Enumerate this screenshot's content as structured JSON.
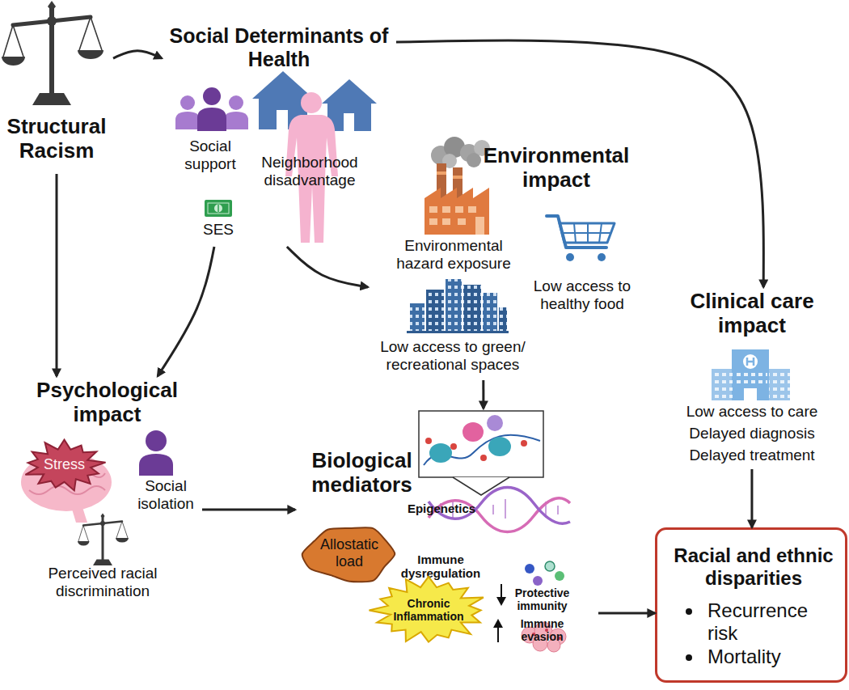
{
  "diagram": {
    "nodes": [
      {
        "text": [
          "Structural Racism"
        ]
      },
      {
        "text": [
          "Social Determinants of Health",
          "Social support",
          "Neighborhood disadvantage",
          "SES"
        ]
      },
      {
        "text": [
          "Environmental impact",
          "Environmental hazard exposure",
          "Low access to healthy food",
          "Low access to green/ recreational spaces"
        ]
      },
      {
        "text": [
          "Clinical care impact",
          "Low access to care",
          "Delayed diagnosis",
          "Delayed treatment"
        ]
      },
      {
        "text": [
          "Psychological impact",
          "Social isolation",
          "Perceived racial discrimination"
        ]
      },
      {
        "text": [
          "Stress"
        ],
        "in": 4
      },
      {
        "text": [
          "Biological mediators",
          "Epigenetics",
          "Immune dysregulation",
          "Protective immunity",
          "Immune evasion"
        ]
      },
      {
        "text": [
          "Allostatic load"
        ],
        "in": 6
      },
      {
        "text": [
          "Chronic Inflammation"
        ],
        "in": 6
      },
      {
        "text": [
          "Racial and ethnic disparities",
          "Recurrence risk",
          "Mortality"
        ]
      }
    ],
    "edges": [
      {
        "from": 0,
        "to": 1,
        "arrow": "to"
      },
      {
        "from": 0,
        "to": 4,
        "arrow": "to"
      },
      {
        "from": 1,
        "to": 3,
        "arrow": "to"
      },
      {
        "from": 1,
        "to": 4,
        "arrow": "to"
      },
      {
        "from": 1,
        "to": 2,
        "arrow": "to"
      },
      {
        "from": 2,
        "to": 6,
        "arrow": "to"
      },
      {
        "from": 4,
        "to": 6,
        "arrow": "to"
      },
      {
        "from": 6,
        "to": 9,
        "arrow": "to"
      },
      {
        "from": 3,
        "to": 9,
        "arrow": "to"
      }
    ]
  }
}
